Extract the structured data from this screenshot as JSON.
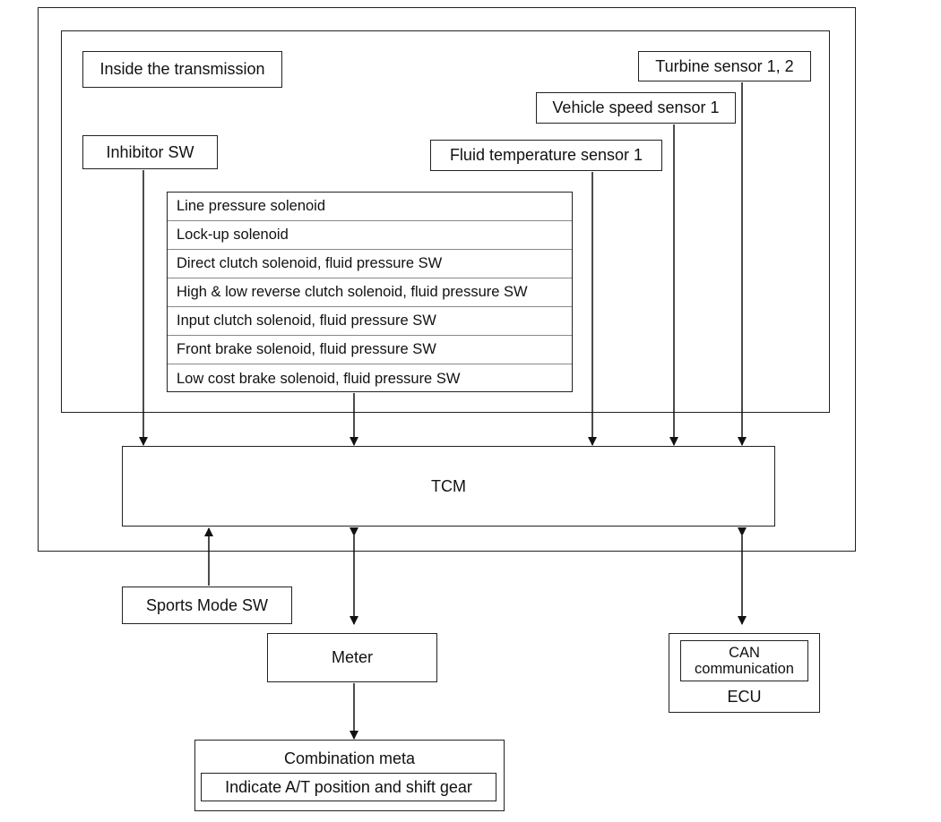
{
  "diagram": {
    "inside_label": "Inside the transmission",
    "sensors": {
      "inhibitor": "Inhibitor SW",
      "fluid_temp": "Fluid temperature sensor 1",
      "vehicle_speed": "Vehicle speed sensor 1",
      "turbine": "Turbine sensor 1, 2"
    },
    "solenoids": [
      "Line pressure solenoid",
      "Lock-up solenoid",
      "Direct clutch solenoid, fluid pressure SW",
      "High & low reverse clutch solenoid, fluid pressure SW",
      "Input clutch solenoid, fluid pressure SW",
      "Front brake solenoid, fluid pressure SW",
      "Low cost brake solenoid, fluid pressure SW"
    ],
    "tcm": "TCM",
    "sports_mode": "Sports Mode SW",
    "meter": "Meter",
    "combination": {
      "title": "Combination meta",
      "inner": "Indicate A/T position and shift gear"
    },
    "ecu": {
      "can_line1": "CAN",
      "can_line2": "communication",
      "name": "ECU"
    }
  }
}
